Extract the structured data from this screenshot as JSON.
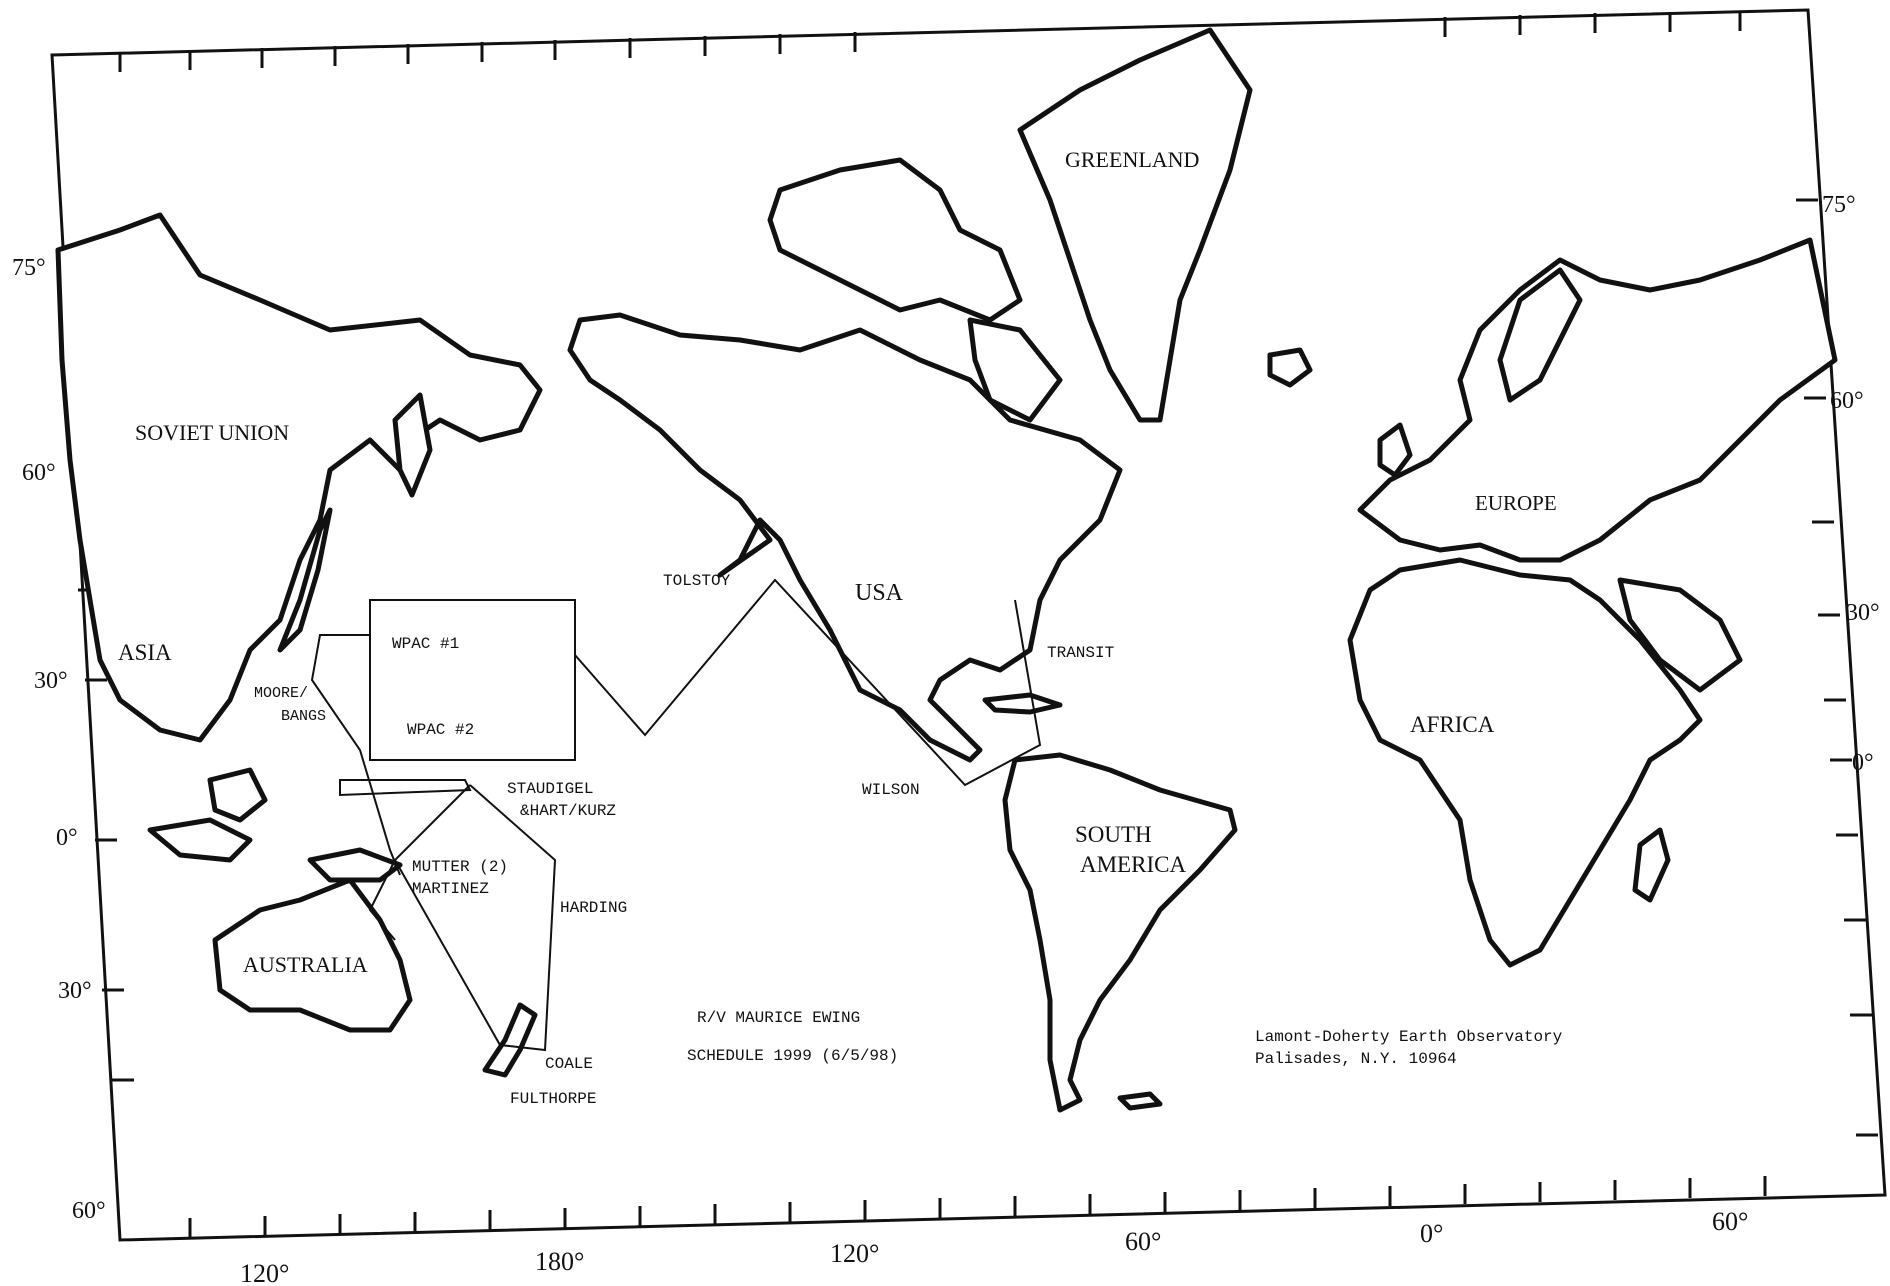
{
  "map": {
    "cruise_title": {
      "vessel": "R/V MAURICE EWING",
      "schedule": "SCHEDULE 1999 (6/5/98)"
    },
    "institution": {
      "name": "Lamont-Doherty Earth Observatory",
      "address": "Palisades, N.Y.  10964"
    },
    "regions": {
      "greenland": "GREENLAND",
      "soviet_union": "SOVIET UNION",
      "asia": "ASIA",
      "usa": "USA",
      "europe": "EUROPE",
      "africa": "AFRICA",
      "south_america_1": "SOUTH",
      "south_america_2": "AMERICA",
      "australia": "AUSTRALIA"
    },
    "legs": {
      "tolstoy": "TOLSTOY",
      "transit": "TRANSIT",
      "wilson": "WILSON",
      "wpac1": "WPAC #1",
      "wpac2": "WPAC #2",
      "moore1": "MOORE/",
      "moore2": "BANGS",
      "staudigel1": "STAUDIGEL",
      "staudigel2": "&HART/KURZ",
      "mutter1": "MUTTER (2)",
      "mutter2": "MARTINEZ",
      "harding": "HARDING",
      "coale": "COALE",
      "fulthorpe": "FULTHORPE"
    },
    "lat_left": [
      "75°",
      "60°",
      "30°",
      "0°",
      "30°",
      "60°"
    ],
    "lat_right": [
      "75°",
      "60°",
      "30°",
      "0°"
    ],
    "lon_bottom": [
      "120°",
      "180°",
      "120°",
      "60°",
      "0°",
      "60°"
    ]
  }
}
